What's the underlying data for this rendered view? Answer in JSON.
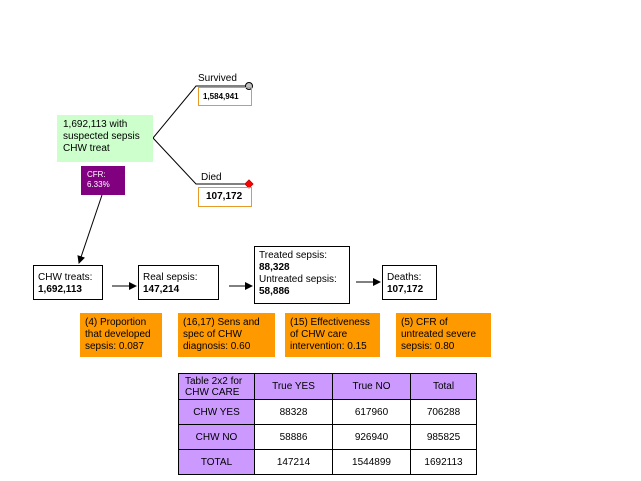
{
  "root": {
    "line1": "1,692,113 with",
    "line2": "suspected sepsis",
    "line3": "CHW treat"
  },
  "cfr": {
    "label": "CFR:",
    "value": "6.33%"
  },
  "survived": {
    "label": "Survived",
    "value": "1,584,941"
  },
  "died": {
    "label": "Died",
    "value": "107,172"
  },
  "flow": {
    "chw_treats": {
      "label": "CHW treats:",
      "value": "1,692,113"
    },
    "real_sepsis": {
      "label": "Real sepsis:",
      "value": "147,214"
    },
    "treated": {
      "label": "Treated sepsis:",
      "value": "88,328",
      "label2": "Untreated sepsis:",
      "value2": "58,886"
    },
    "deaths": {
      "label": "Deaths:",
      "value": "107,172"
    }
  },
  "params": [
    {
      "line1": "(4) Proportion",
      "line2": "that developed",
      "line3": "sepsis: 0.087"
    },
    {
      "line1": "(16,17) Sens and",
      "line2": "spec of CHW",
      "line3": "diagnosis: 0.60"
    },
    {
      "line1": "(15) Effectiveness",
      "line2": "of CHW care",
      "line3": "intervention: 0.15"
    },
    {
      "line1": "(5) CFR of",
      "line2": "untreated severe",
      "line3": "sepsis: 0.80"
    }
  ],
  "table": {
    "title_line1": "Table 2x2 for",
    "title_line2": "CHW CARE",
    "headers": [
      "True YES",
      "True NO",
      "Total"
    ],
    "rows": [
      {
        "label": "CHW YES",
        "cells": [
          "88328",
          "617960",
          "706288"
        ]
      },
      {
        "label": "CHW NO",
        "cells": [
          "58886",
          "926940",
          "985825"
        ]
      },
      {
        "label": "TOTAL",
        "cells": [
          "147214",
          "1544899",
          "1692113"
        ]
      }
    ]
  },
  "colors": {
    "root_fill": "#ccffcc",
    "cfr_fill": "#800080",
    "param_fill": "#ff9900",
    "table_header_fill": "#cc99ff",
    "outcome_border": "#e69a28",
    "survived_marker": "#c0c0c0",
    "died_marker": "#ff0000"
  }
}
